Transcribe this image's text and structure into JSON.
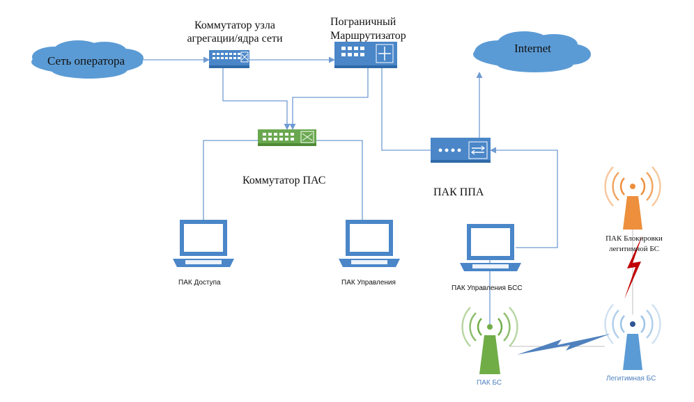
{
  "labels": {
    "operator_net": "Сеть оператора",
    "internet": "Internet",
    "agg_switch": [
      "Коммутатор узла",
      "агрегации/ядра сети"
    ],
    "border_router": [
      "Пограничный",
      "Маршрутизатор"
    ],
    "pas_switch": "Коммутатор ПАС",
    "ppa": "ПАК ППА",
    "access_pc": "ПАК Доступа",
    "mgmt_pc": "ПАК Управления",
    "bss_pc": "ПАК Управления БСС",
    "block_bs": [
      "ПАК Блокировки",
      "легитимной БС"
    ],
    "pak_bs": "ПАК БС",
    "legit_bs": "Легитимная БС"
  },
  "colors": {
    "device_blue": "#4a86c8",
    "cloud_blue": "#5b9bd5",
    "line_blue": "#6f9bd2",
    "switch_green": "#6aa84f",
    "tower_orange": "#ed8f3c",
    "tower_green": "#70ad47",
    "tower_blue": "#5b9bd5",
    "bolt_red": "#c00000",
    "bolt_blue": "#4f81bd",
    "legit_text": "#4f81bd"
  },
  "icons": [
    "cloud-icon",
    "switch-icon",
    "router-icon",
    "firewall-icon",
    "laptop-icon",
    "radio-tower-icon",
    "lightning-bolt-icon"
  ]
}
